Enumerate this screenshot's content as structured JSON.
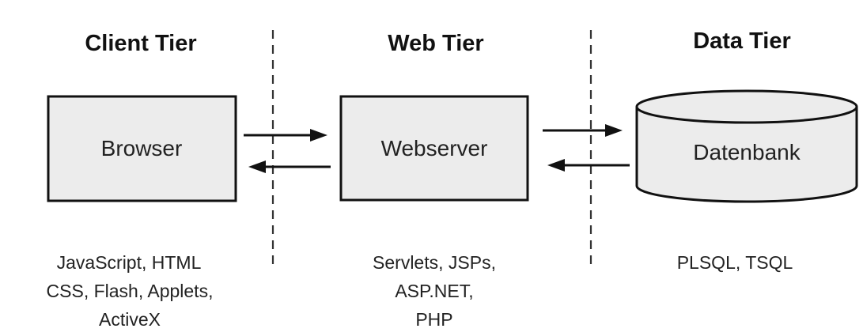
{
  "tiers": {
    "client": {
      "title": "Client Tier",
      "node": "Browser",
      "tech": [
        "JavaScript, HTML",
        "CSS, Flash, Applets,",
        "ActiveX"
      ]
    },
    "web": {
      "title": "Web Tier",
      "node": "Webserver",
      "tech": [
        "Servlets, JSPs,",
        "ASP.NET,",
        "PHP"
      ]
    },
    "data": {
      "title": "Data Tier",
      "node": "Datenbank",
      "tech": [
        "PLSQL, TSQL"
      ]
    }
  },
  "colors": {
    "box_fill": "#ececec",
    "stroke": "#111111",
    "text": "#222222"
  }
}
